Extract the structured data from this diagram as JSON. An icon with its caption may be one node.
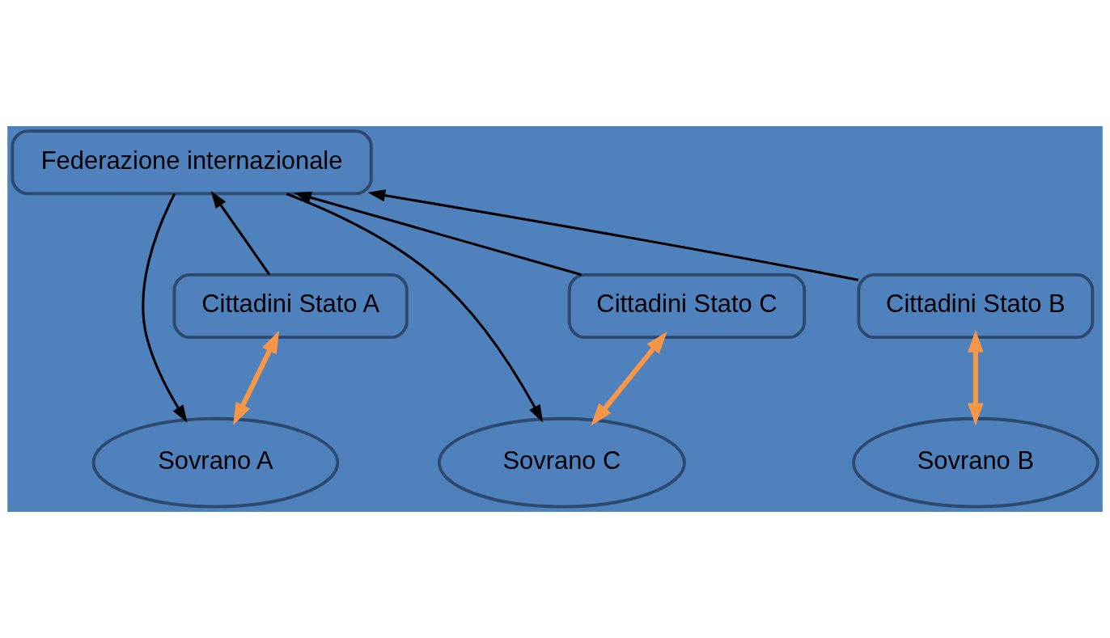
{
  "diagram": {
    "nodes": [
      {
        "text": [
          "Federazione internazionale"
        ]
      },
      {
        "text": [
          "Cittadini Stato A"
        ]
      },
      {
        "text": [
          "Cittadini Stato B"
        ]
      },
      {
        "text": [
          "Cittadini Stato C"
        ]
      },
      {
        "text": [
          "Sovrano A"
        ]
      },
      {
        "text": [
          "Sovrano B"
        ]
      },
      {
        "text": [
          "Sovrano C"
        ]
      }
    ],
    "edges": [
      {
        "from": 1,
        "to": 0,
        "arrow": "to"
      },
      {
        "from": 0,
        "to": 4,
        "arrow": "to"
      },
      {
        "from": 2,
        "to": 0,
        "arrow": "to"
      },
      {
        "from": 0,
        "to": 6,
        "arrow": "to"
      },
      {
        "from": 3,
        "to": 0,
        "arrow": "to"
      },
      {
        "from": 1,
        "to": 4,
        "arrow": "both",
        "color": "#f79646",
        "style": "thick"
      },
      {
        "from": 2,
        "to": 5,
        "arrow": "both",
        "color": "#f79646",
        "style": "thick"
      },
      {
        "from": 3,
        "to": 6,
        "arrow": "both",
        "color": "#f79646",
        "style": "thick"
      }
    ]
  }
}
